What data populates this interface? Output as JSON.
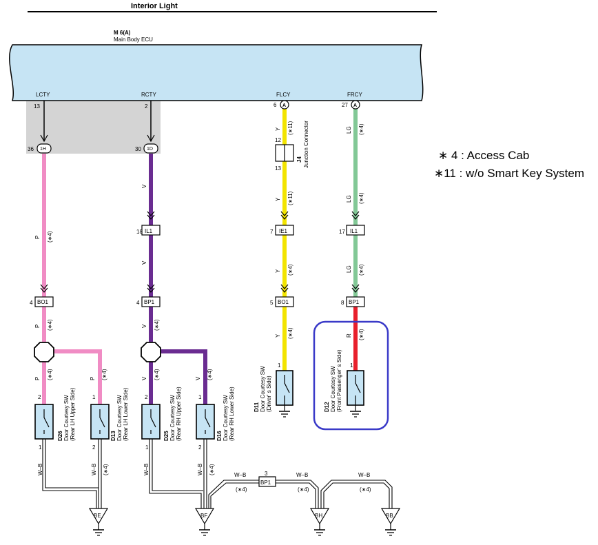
{
  "title": "Interior Light",
  "ecu": {
    "code": "M 6(A)",
    "name": "Main Body ECU",
    "terminals": [
      "LCTY",
      "RCTY",
      "FLCY",
      "FRCY"
    ],
    "pins": [
      "13",
      "2",
      "6",
      "27"
    ],
    "pin_connector": "A"
  },
  "junctions": {
    "j1h_pin": "36",
    "j1h": "1H",
    "j1d_pin": "30",
    "j1d": "1D"
  },
  "jconn": {
    "code": "J4",
    "name": "Junction Connector",
    "pin_in": "12",
    "pin_out": "13"
  },
  "connectors": {
    "il1_a": {
      "pin": "18",
      "name": "IL1"
    },
    "ie1": {
      "pin": "7",
      "name": "IE1"
    },
    "il1_b": {
      "pin": "17",
      "name": "IL1"
    },
    "bo1_a": {
      "pin": "4",
      "name": "BO1"
    },
    "bp1_a": {
      "pin": "4",
      "name": "BP1"
    },
    "bo1_b": {
      "pin": "5",
      "name": "BO1"
    },
    "bp1_b": {
      "pin": "8",
      "name": "BP1"
    },
    "bp1_g": {
      "pin": "3",
      "name": "BP1"
    }
  },
  "wires": {
    "p": "P",
    "v": "V",
    "y": "Y",
    "lg": "LG",
    "r": "R",
    "wb": "W–B",
    "note4": "(∗4)",
    "note11": "(∗11)"
  },
  "switches": [
    {
      "code": "D26",
      "name": "Door Courtesy SW",
      "side": "(Rear LH Upper Side)",
      "pin_top": "2",
      "pin_bot": "1"
    },
    {
      "code": "D13",
      "name": "Door Courtesy SW",
      "side": "(Rear LH Lower Side)",
      "pin_top": "1",
      "pin_bot": "2"
    },
    {
      "code": "D25",
      "name": "Door Courtesy SW",
      "side": "(Rear RH Upper Side)",
      "pin_top": "2",
      "pin_bot": "1"
    },
    {
      "code": "D16",
      "name": "Door Courtesy SW",
      "side": "(Rear RH Lower Side)",
      "pin_top": "1",
      "pin_bot": "2"
    },
    {
      "code": "D11",
      "name": "Door Courtesy SW",
      "side": "(Driver' s Side)",
      "pin_top": "1"
    },
    {
      "code": "D12",
      "name": "Door Courtesy SW",
      "side": "(Front Passenger' s Side)",
      "pin_top": "1"
    }
  ],
  "grounds": [
    "BE",
    "BF",
    "BH",
    "BB"
  ],
  "legend": [
    "∗ 4 : Access Cab",
    "∗11 : w/o Smart Key System"
  ],
  "colors": {
    "ecu_fill": "#c6e4f4",
    "shade": "#d4d4d4",
    "pink": "#f08cc4",
    "violet": "#6a2c91",
    "yellow": "#f2e400",
    "light_green": "#82c896",
    "red": "#e8202c",
    "highlight": "#3a3ac8"
  }
}
